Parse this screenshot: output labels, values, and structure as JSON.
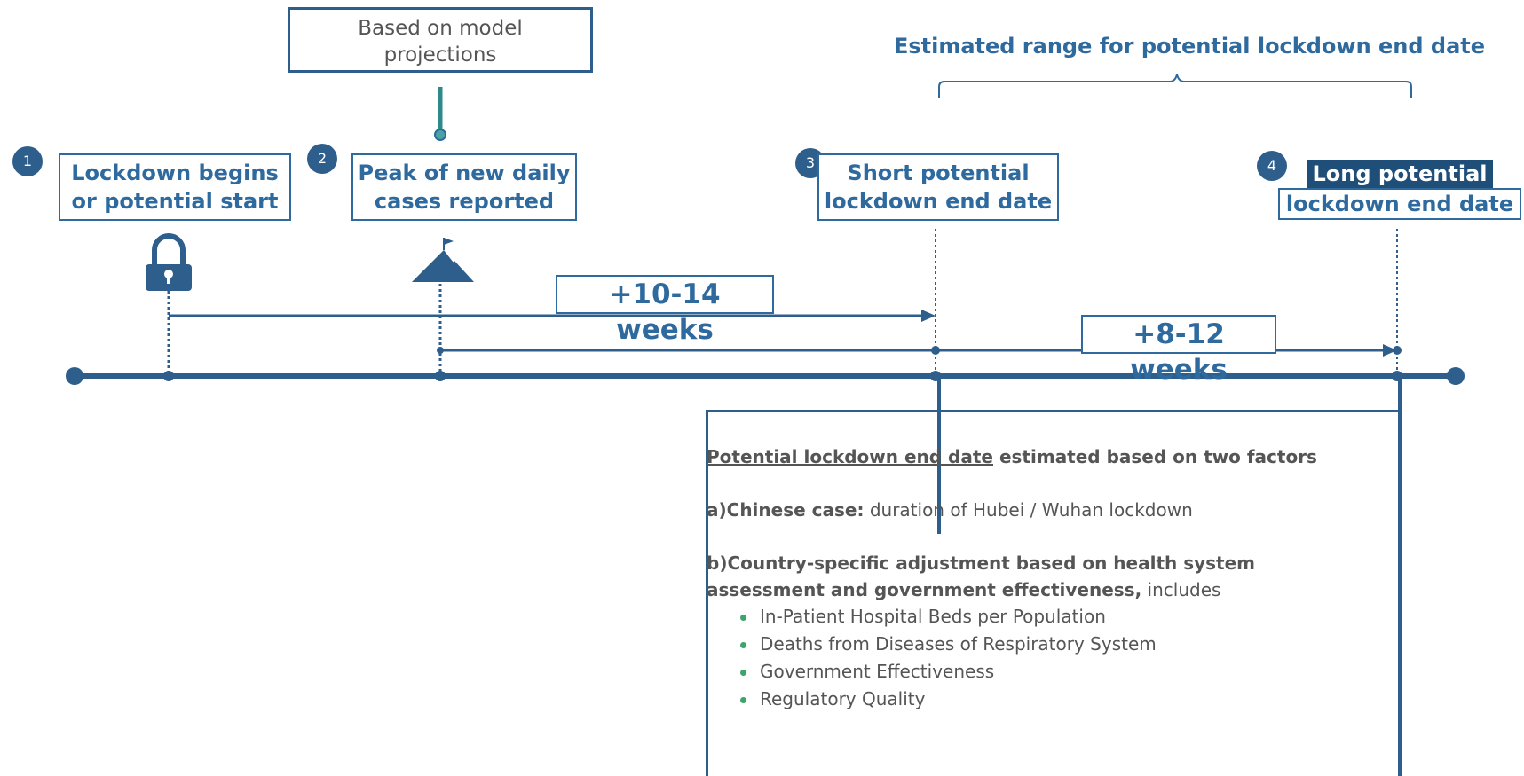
{
  "note": {
    "line1": "Based on model",
    "line2": "projections"
  },
  "range_title": "Estimated range for potential lockdown end date",
  "milestones": [
    {
      "number": "1",
      "line1": "Lockdown begins",
      "line2": "or potential start"
    },
    {
      "number": "2",
      "line1": "Peak of new daily",
      "line2": "cases reported"
    },
    {
      "number": "3",
      "line1": "Short potential",
      "line2": "lockdown end date"
    },
    {
      "number": "4",
      "line1": "Long potential",
      "line2": "lockdown end date"
    }
  ],
  "durations": {
    "first": "+10-14 weeks",
    "second": "+8-12 weeks"
  },
  "icons": {
    "lock": "lock-icon",
    "mountain": "mountain-flag-icon"
  },
  "colors": {
    "primary": "#2e5f8c",
    "accent": "#2e6a9e",
    "bullet": "#3aa66a",
    "text": "#555555"
  },
  "info": {
    "heading_underlined": "Potential lockdown end date",
    "heading_rest": " estimated based on two  factors",
    "a_label": "a)Chinese case:",
    "a_text": " duration of Hubei / Wuhan lockdown",
    "b_label_1": "b)Country-specific adjustment based on health system",
    "b_label_2": "assessment and government effectiveness,",
    "b_text": " includes",
    "bullets": [
      "In-Patient Hospital Beds per Population",
      "Deaths from Diseases of Respiratory System",
      "Government Effectiveness",
      "Regulatory Quality"
    ]
  }
}
